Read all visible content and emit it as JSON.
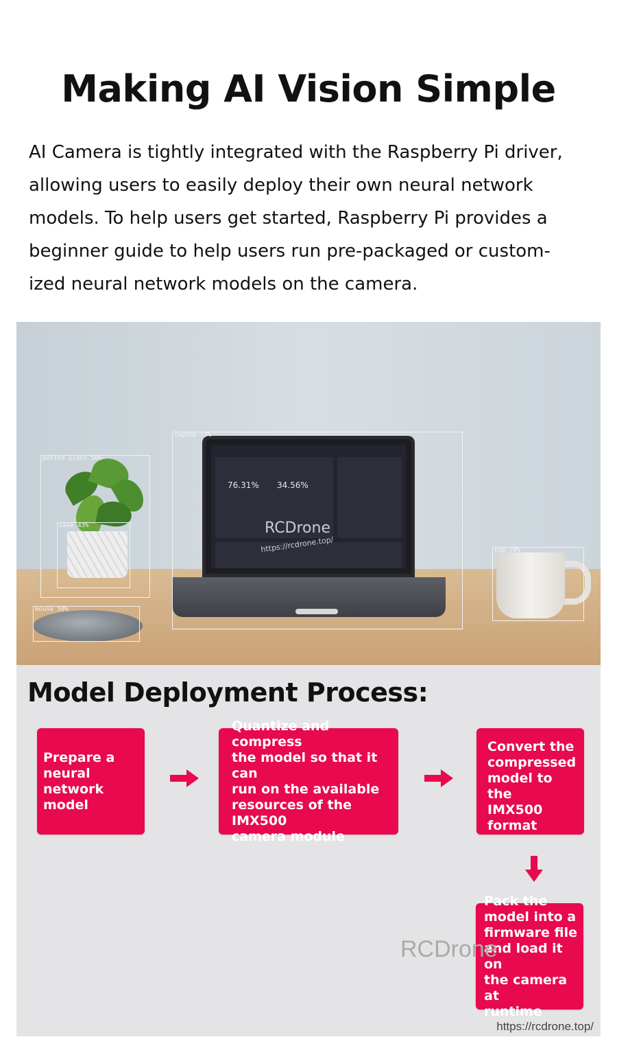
{
  "title": "Making AI Vision Simple",
  "intro_lines": [
    "AI Camera is tightly integrated with the Raspberry Pi driver,",
    "allowing users to easily deploy their own neural network",
    "models. To help users get started, Raspberry Pi provides a",
    "beginner guide to help users run pre-packaged or custom-",
    "ized neural network models on the camera."
  ],
  "photo": {
    "detections": {
      "laptop": "laptop 73%",
      "potted_plant": "potted plant 50%",
      "vase": "vase 43%",
      "mouse": "mouse 50%",
      "cup": "cup 70%"
    },
    "screen": {
      "precision": "76.31%",
      "recall": "34.56%"
    },
    "watermark": "RCDrone",
    "watermark_url": "https://rcdrone.top/"
  },
  "process": {
    "title": "Model Deployment Process:",
    "steps": [
      {
        "lines": [
          "Prepare a",
          "neural network",
          "model"
        ]
      },
      {
        "lines": [
          "Quantize and compress",
          "the model so that it can",
          "run on the available",
          "resources of the IMX500",
          "camera module"
        ]
      },
      {
        "lines": [
          "Convert the",
          "compressed",
          "model to the",
          "IMX500 format"
        ]
      },
      {
        "lines": [
          "Pack the",
          "model into a",
          "firmware file",
          "and load it on",
          "the camera at",
          "runtime"
        ]
      }
    ],
    "watermark": "RCDrone",
    "watermark_url": "https://rcdrone.top/"
  },
  "colors": {
    "accent": "#e8094f"
  }
}
